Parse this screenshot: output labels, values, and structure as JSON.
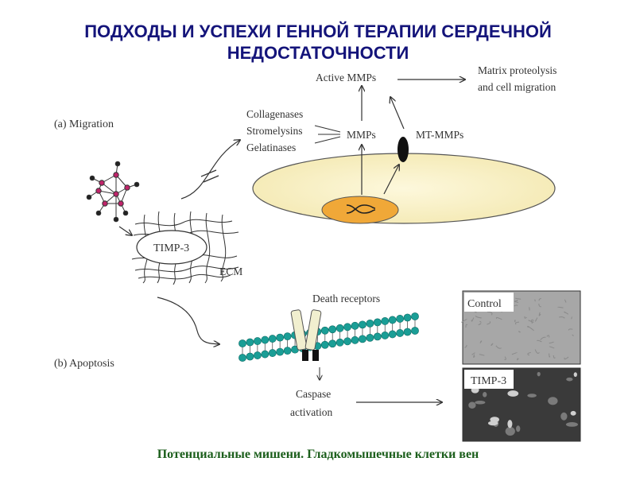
{
  "header": {
    "title_line1": "ПОДХОДЫ И УСПЕХИ ГЕННОЙ ТЕРАПИИ СЕРДЕЧНОЙ",
    "title_line2": "НЕДОСТАТОЧНОСТИ"
  },
  "diagram": {
    "migration_label": "(a) Migration",
    "apoptosis_label": "(b) Apoptosis",
    "mmp_types": [
      "Collagenases",
      "Stromelysins",
      "Gelatinases"
    ],
    "mmps": "MMPs",
    "mt_mmps": "MT-MMPs",
    "active_mmps": "Active MMPs",
    "outcome_line1": "Matrix proteolysis",
    "outcome_line2": "and cell migration",
    "timp3": "TIMP-3",
    "ecm": "ECM",
    "death_receptors": "Death receptors",
    "caspase_line1": "Caspase",
    "caspase_line2": "activation",
    "control_photo_label": "Control",
    "timp3_photo_label": "TIMP-3"
  },
  "colors": {
    "title": "#14147a",
    "footer": "#1b5e1b",
    "cell_fill": "#faf3c8",
    "nucleus_fill": "#f0a838",
    "membrane_head": "#1a9e96"
  },
  "footer": {
    "caption": "Потенциальные мишени. Гладкомышечные клетки вен"
  }
}
